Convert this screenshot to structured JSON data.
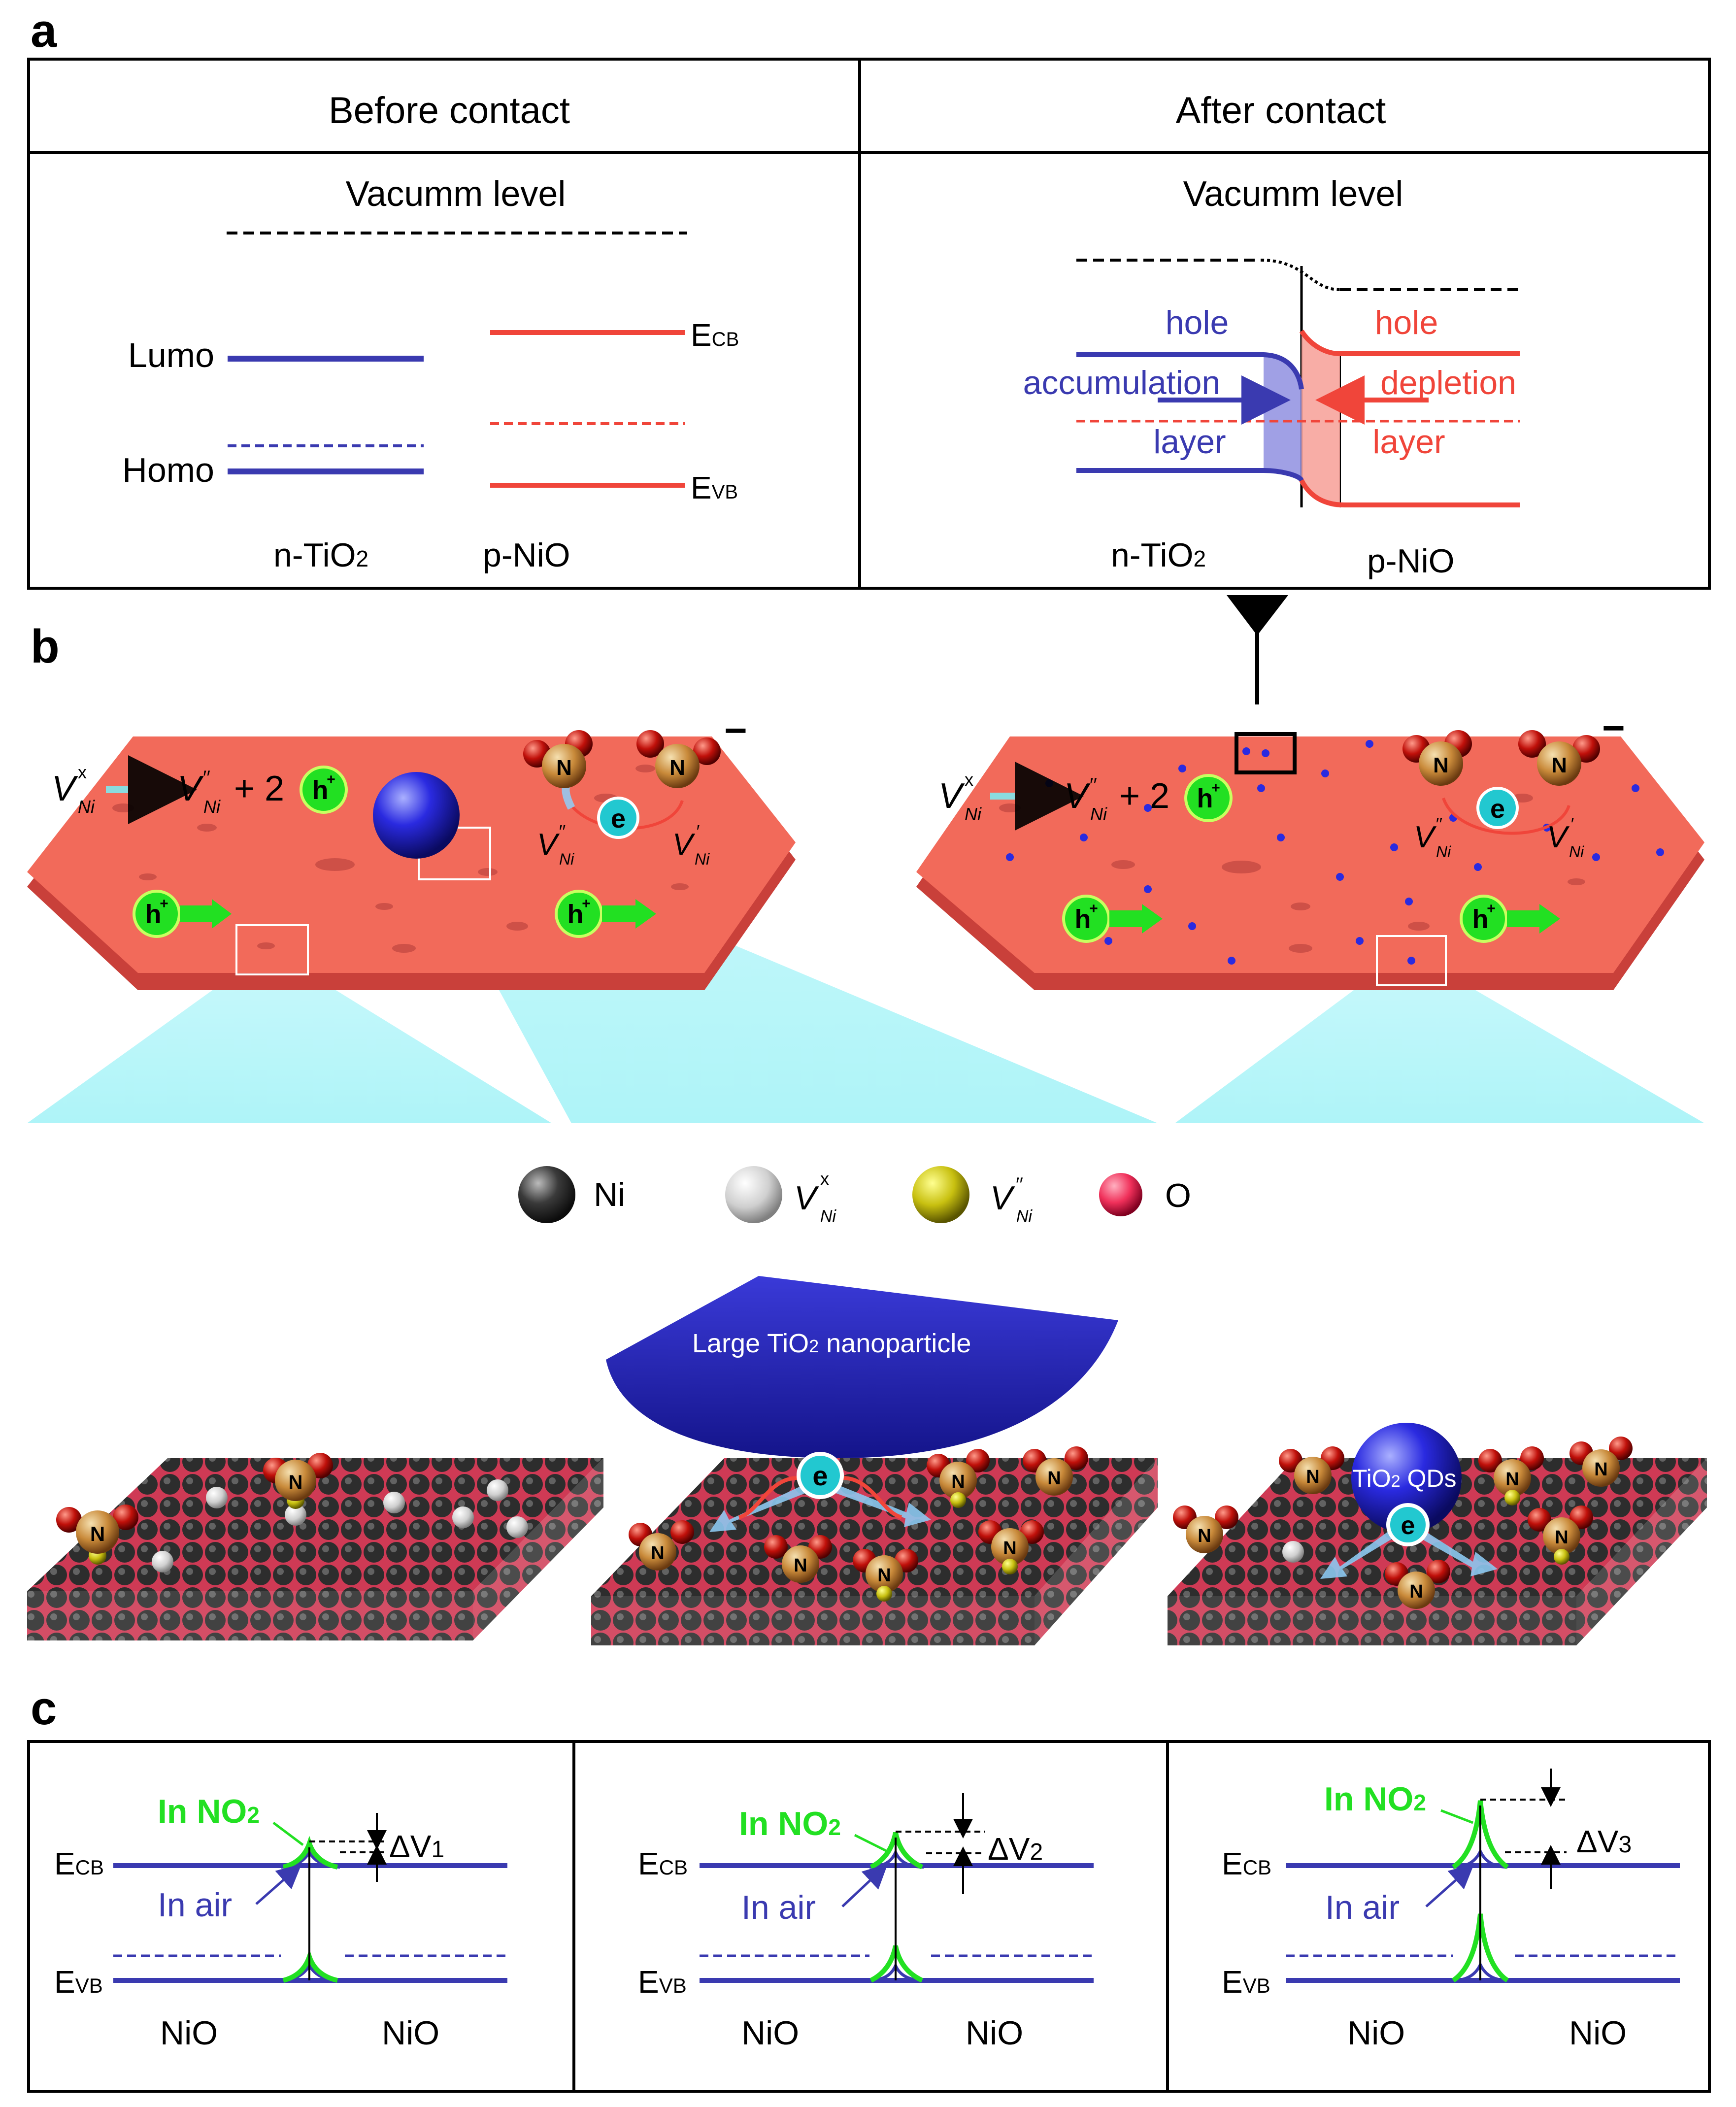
{
  "panels": {
    "a": "a",
    "b": "b",
    "c": "c"
  },
  "panel_a": {
    "before_header": "Before contact",
    "after_header": "After contact",
    "vacuum_label": "Vacumm level",
    "lumo": "Lumo",
    "homo": "Homo",
    "ecb": "E",
    "ecb_sub": "CB",
    "evb": "E",
    "evb_sub": "VB",
    "n_tio2": "n-TiO",
    "p_nio": "p-NiO",
    "sub2": "2",
    "hole": "hole",
    "accumulation": "accumulation",
    "layer": "layer",
    "depletion": "depletion"
  },
  "panel_b": {
    "v_ni_x": "V",
    "ni_sub": "Ni",
    "x_sup": "x",
    "dprime": "′′",
    "prime": "′",
    "plus_two": "+ 2",
    "h_plus": "h",
    "plus": "+",
    "e": "e",
    "minus": "−",
    "n": "N",
    "o": "O",
    "legend": [
      "Ni",
      "O"
    ],
    "large_tio2": "Large TiO",
    "large_tio2_end": " nanoparticle",
    "tio2_qds_a": "TiO",
    "tio2_qds_b": " QDs"
  },
  "panel_c": {
    "in_no2": "In NO",
    "in_air": "In air",
    "ecb": "E",
    "ecb_sub": "CB",
    "evb": "E",
    "evb_sub": "VB",
    "nio": "NiO",
    "delta": [
      "ΔV",
      "ΔV",
      "ΔV"
    ],
    "delta_sub": [
      "1",
      "2",
      "3"
    ]
  },
  "colors": {
    "band_blue": "#3a3ab0",
    "band_red": "#f0453a",
    "nio_sheet": "#f26a5a",
    "green": "#22e022",
    "cyan": "#7fe8ee",
    "tio2_blue": "#1d1daa"
  }
}
